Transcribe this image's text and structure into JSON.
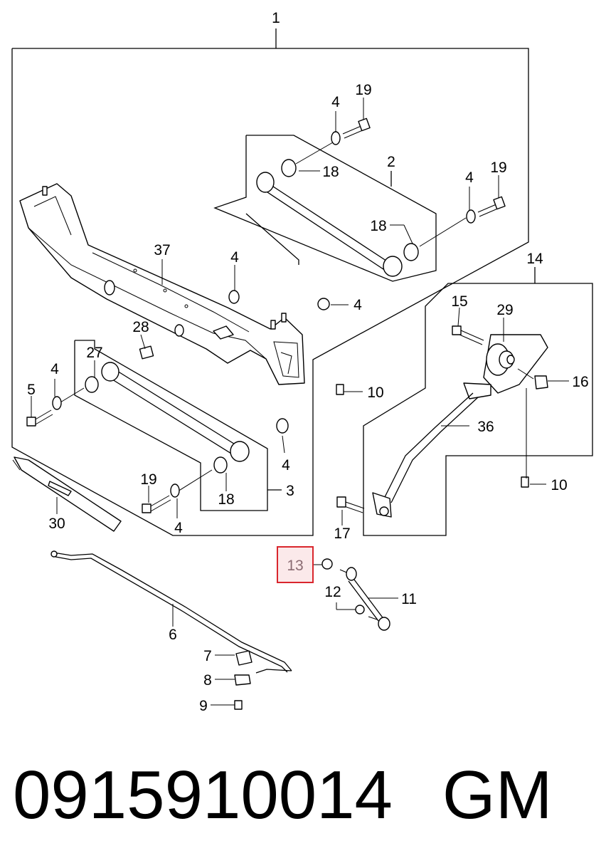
{
  "callouts": {
    "c1": "1",
    "c2": "2",
    "c3": "3",
    "c4": "4",
    "c5": "5",
    "c6": "6",
    "c7": "7",
    "c8": "8",
    "c9": "9",
    "c10": "10",
    "c11": "11",
    "c12": "12",
    "c13": "13",
    "c14": "14",
    "c15": "15",
    "c16": "16",
    "c17": "17",
    "c18": "18",
    "c19": "19",
    "c27": "27",
    "c28": "28",
    "c29": "29",
    "c30": "30",
    "c36": "36",
    "c37": "37"
  },
  "highlight": {
    "color": "#d9262d"
  },
  "footer": {
    "part_number": "0915910014",
    "brand": "GM"
  }
}
